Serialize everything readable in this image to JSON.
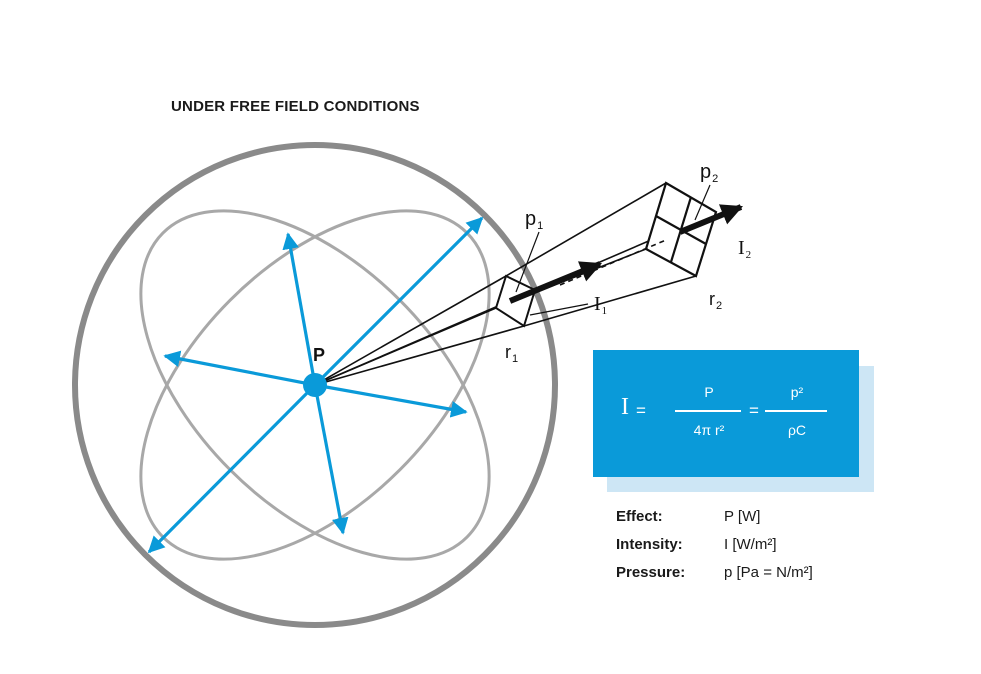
{
  "title": "UNDER FREE FIELD CONDITIONS",
  "labels": {
    "source": "P",
    "p1": {
      "base": "p",
      "sub": "1"
    },
    "p2": {
      "base": "p",
      "sub": "2"
    },
    "r1": {
      "base": "r",
      "sub": "1"
    },
    "r2": {
      "base": "r",
      "sub": "2"
    },
    "I1": {
      "base": "I",
      "sub": "1"
    },
    "I2": {
      "base": "I",
      "sub": "2"
    }
  },
  "formula": {
    "lhs": "I",
    "eq1": "=",
    "frac1_num": "P",
    "frac1_den": "4π r²",
    "eq2": "=",
    "frac2_num": "p²",
    "frac2_den": "ρC"
  },
  "legend": [
    {
      "key": "Effect:",
      "value": "P [W]"
    },
    {
      "key": "Intensity:",
      "value": "I [W/m²]"
    },
    {
      "key": "Pressure:",
      "value": "p [Pa = N/m²]"
    }
  ],
  "colors": {
    "arrow_blue": "#0a9ad9",
    "circle_gray": "#8a8a8a",
    "ellipse_gray": "#a8a8a8",
    "formula_bg": "#0a9ad9",
    "formula_shadow": "#cde6f5",
    "ink": "#111111"
  }
}
